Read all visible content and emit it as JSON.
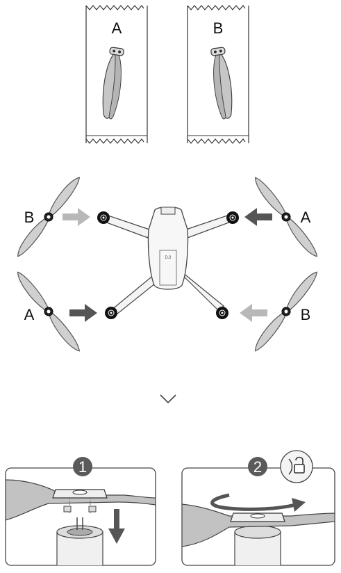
{
  "packs": [
    {
      "label": "A"
    },
    {
      "label": "B"
    }
  ],
  "propeller_labels": {
    "front_left": "B",
    "front_right": "A",
    "rear_left": "A",
    "rear_right": "B"
  },
  "steps": [
    {
      "number": "1"
    },
    {
      "number": "2"
    }
  ],
  "icons": {
    "lock": "lock-icon",
    "chevron": "chevron-down-icon"
  },
  "colors": {
    "arrow_dark": "#555555",
    "arrow_light": "#b8b8b8",
    "blade": "#c6c6c6",
    "outline": "#333333",
    "step_badge": "#5a5a5a"
  }
}
